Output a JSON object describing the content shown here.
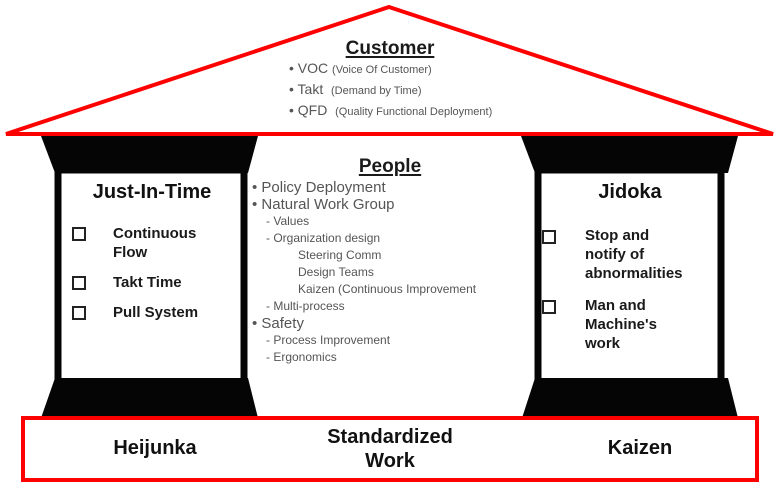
{
  "colors": {
    "roof_stroke": "#ff0000",
    "base_stroke": "#ff0000",
    "pillar_fill": "#050505",
    "text_dark": "#111111",
    "text_gray": "#555555"
  },
  "roof": {
    "title": "Customer",
    "items": [
      {
        "main": "VOC",
        "sub": "(Voice Of Customer)"
      },
      {
        "main": "Takt",
        "sub": "(Demand by Time)"
      },
      {
        "main": "QFD",
        "sub": "(Quality Functional Deployment)"
      }
    ]
  },
  "left_pillar": {
    "title": "Just-In-Time",
    "items": [
      {
        "label": "Continuous Flow",
        "line1": "Continuous",
        "line2": "Flow"
      },
      {
        "label": "Takt Time",
        "line1": "Takt Time",
        "line2": ""
      },
      {
        "label": "Pull System",
        "line1": "Pull System",
        "line2": ""
      }
    ]
  },
  "center": {
    "title": "People",
    "lines": [
      {
        "level": 1,
        "text": "• Policy Deployment"
      },
      {
        "level": 1,
        "text": "• Natural Work Group"
      },
      {
        "level": 2,
        "text": "- Values"
      },
      {
        "level": 2,
        "text": "- Organization design"
      },
      {
        "level": 3,
        "text": "Steering Comm"
      },
      {
        "level": 3,
        "text": "Design Teams"
      },
      {
        "level": 3,
        "text": "Kaizen (Continuous Improvement"
      },
      {
        "level": 2,
        "text": "- Multi-process"
      },
      {
        "level": 1,
        "text": "• Safety"
      },
      {
        "level": 2,
        "text": "- Process Improvement"
      },
      {
        "level": 2,
        "text": "- Ergonomics"
      }
    ]
  },
  "right_pillar": {
    "title": "Jidoka",
    "items": [
      {
        "label": "Stop and notify of abnormalities",
        "line1": "Stop and",
        "line2": "notify of",
        "line3": "abnormalities"
      },
      {
        "label": "Man and Machine's work",
        "line1": "Man and",
        "line2": "Machine's",
        "line3": "work"
      }
    ]
  },
  "foundation": {
    "left": "Heijunka",
    "center_line1": "Standardized",
    "center_line2": "Work",
    "right": "Kaizen"
  }
}
